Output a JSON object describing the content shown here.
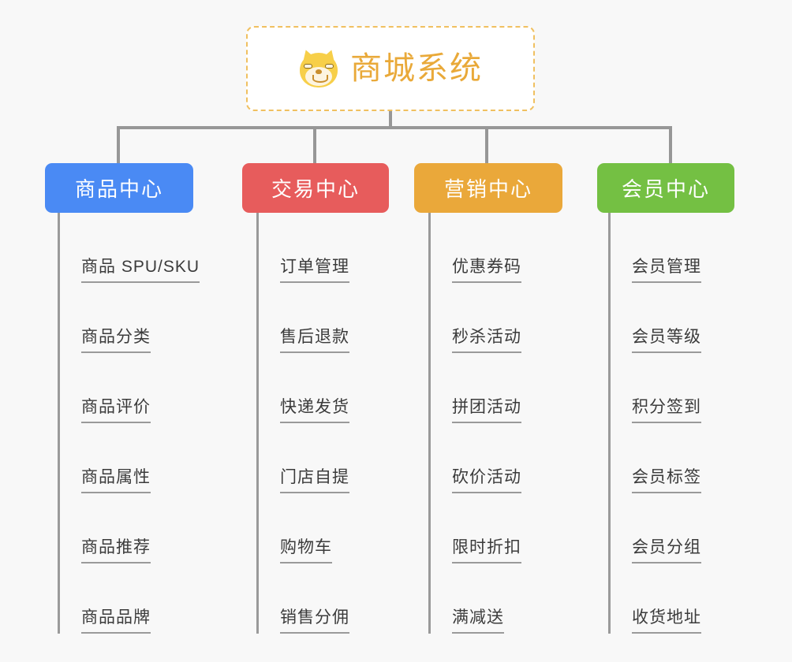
{
  "root": {
    "icon": "shiba-dog-face-icon",
    "title": "商城系统",
    "border_color": "#f0c060",
    "title_color": "#e9a939"
  },
  "connector_color": "#979797",
  "background_color": "#f8f8f8",
  "columns": [
    {
      "title": "商品中心",
      "color": "#4a8af4",
      "items": [
        "商品 SPU/SKU",
        "商品分类",
        "商品评价",
        "商品属性",
        "商品推荐",
        "商品品牌"
      ]
    },
    {
      "title": "交易中心",
      "color": "#e75c5c",
      "items": [
        "订单管理",
        "售后退款",
        "快递发货",
        "门店自提",
        "购物车",
        "销售分佣"
      ]
    },
    {
      "title": "营销中心",
      "color": "#eaa83a",
      "items": [
        "优惠券码",
        "秒杀活动",
        "拼团活动",
        "砍价活动",
        "限时折扣",
        "满减送"
      ]
    },
    {
      "title": "会员中心",
      "color": "#74c043",
      "items": [
        "会员管理",
        "会员等级",
        "积分签到",
        "会员标签",
        "会员分组",
        "收货地址"
      ]
    }
  ]
}
